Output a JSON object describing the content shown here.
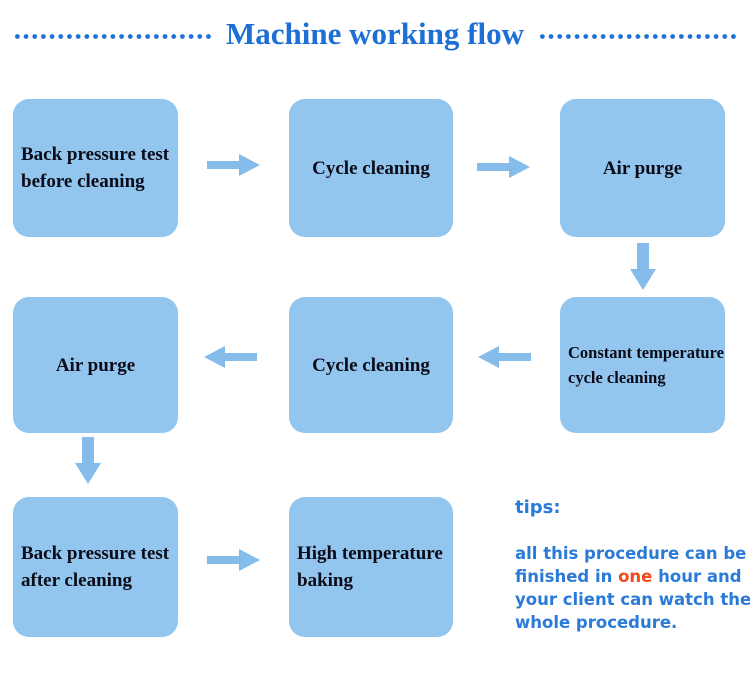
{
  "title": {
    "text": "Machine working flow"
  },
  "flow": {
    "boxes": [
      {
        "name": "back-pressure-test-before-cleaning",
        "lines": [
          "Back pressure test",
          "before cleaning"
        ]
      },
      {
        "name": "cycle-cleaning-top",
        "lines": [
          "Cycle cleaning"
        ]
      },
      {
        "name": "air-purge-top",
        "lines": [
          "Air purge"
        ]
      },
      {
        "name": "constant-temperature-cycle-cleaning",
        "lines": [
          "Constant temperature",
          "cycle cleaning"
        ]
      },
      {
        "name": "cycle-cleaning-middle",
        "lines": [
          "Cycle cleaning"
        ]
      },
      {
        "name": "air-purge-middle",
        "lines": [
          "Air purge"
        ]
      },
      {
        "name": "back-pressure-test-after-cleaning",
        "lines": [
          "Back pressure test",
          "after cleaning"
        ]
      },
      {
        "name": "high-temperature-baking",
        "lines": [
          "High temperature",
          "baking"
        ]
      }
    ]
  },
  "tips": {
    "heading": "tips:",
    "lines": [
      {
        "a": "all this procedure can be"
      },
      {
        "a": "finished in ",
        "hl": "one",
        "b": " hour and"
      },
      {
        "a": "your client can watch the"
      },
      {
        "a": "whole procedure."
      }
    ]
  },
  "colors": {
    "box_fill": "#92c6ee",
    "arrow_fill": "#85bcea",
    "title_blue": "#1c6fd6",
    "tips_blue": "#2a7ad8",
    "highlight_orange": "#f4491d",
    "box_text": "#0b0b18"
  }
}
